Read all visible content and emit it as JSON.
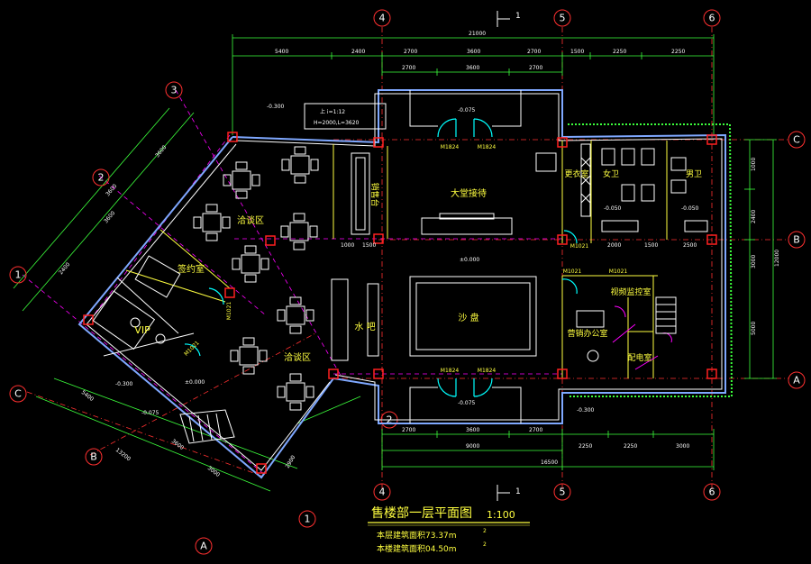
{
  "drawing": {
    "title": "售楼部一层平面图",
    "scale": "1:100",
    "area_notes": [
      {
        "text": "本层建筑面积73.37m",
        "sup": "2"
      },
      {
        "text": "本楼建筑面积04.50m",
        "sup": "2"
      }
    ]
  },
  "axes": {
    "top": [
      "4",
      "5",
      "6"
    ],
    "bottom": [
      "4",
      "5",
      "6"
    ],
    "right": [
      "C",
      "B",
      "A"
    ],
    "diag_upper": [
      "3",
      "2",
      "1"
    ],
    "diag_lower": [
      "C",
      "B",
      "A",
      "1",
      "2"
    ],
    "section_mark": "1"
  },
  "rooms": {
    "hall": "大堂接待",
    "reception": "销售台",
    "sand_table": "沙 盘",
    "negotiation_1": "洽谈区",
    "negotiation_2": "洽谈区",
    "contract": "签约室",
    "vip": "VIP",
    "water_bar": "水 吧",
    "changing": "更衣室",
    "female": "女卫",
    "male": "男卫",
    "monitor": "视频监控室",
    "sales_office": "营销办公室",
    "power": "配电室"
  },
  "doors": {
    "m1824": "M1824",
    "m1021": "M1021",
    "m1021v": "M1021"
  },
  "dims": {
    "top_total": "21000",
    "top_row1": [
      "5400",
      "2400",
      "2700",
      "3600",
      "2700",
      "1500",
      "2250",
      "2250"
    ],
    "top_row2": [
      "2700",
      "3600",
      "2700"
    ],
    "right_total": "12000",
    "right_parts": [
      "1000",
      "2400",
      "3000",
      "5000"
    ],
    "bottom_row1": [
      "2700",
      "3600",
      "2700",
      "2250",
      "2250",
      "3000"
    ],
    "bottom_row2": "9000",
    "bottom_total": "16500",
    "mid": [
      "1000",
      "1500",
      "2000",
      "1500",
      "2500"
    ],
    "diag": [
      "3600",
      "3600",
      "3600",
      "2400",
      "5400",
      "13200",
      "3600",
      "3000",
      "2900"
    ]
  },
  "levels": {
    "l1": "-0.300",
    "l2": "-0.075",
    "l3": "±0.000",
    "l4": "-0.050",
    "l5": "-0.050",
    "l6": "-0.075",
    "l7": "-0.300",
    "l8": "±0.000",
    "l9": "-0.300",
    "l10": "-0.075"
  },
  "ramp": {
    "label": "上 i=1:12",
    "sub": "H=2000,L=3620"
  },
  "colors": {
    "wall": "#7fa8ff",
    "dimension": "#3cff3c",
    "axis": "#ff3030",
    "text": "#ffff40",
    "background": "#000000"
  }
}
